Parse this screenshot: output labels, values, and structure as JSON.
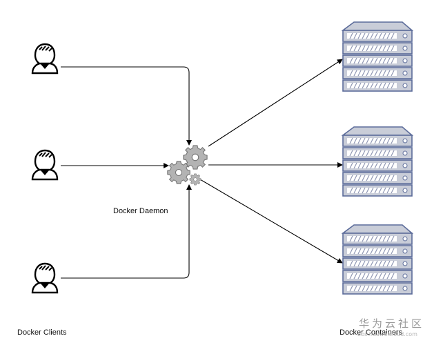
{
  "labels": {
    "clients": "Docker Clients",
    "daemon": "Docker Daemon",
    "containers": "Docker Containers"
  },
  "watermark": {
    "text": "华为云社区",
    "url": "bbs.huaweicloud.com"
  },
  "icons": {
    "client": "user-icon",
    "daemon": "gears-icon",
    "container": "server-stack-icon"
  },
  "colors": {
    "line": "#000000",
    "server_body": "#c9cdd8",
    "server_stroke": "#5c6c9a",
    "gear": "#b3b3b3",
    "gear_stroke": "#777777"
  }
}
